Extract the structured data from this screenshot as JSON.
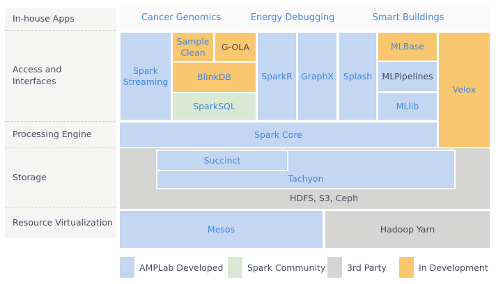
{
  "palette": {
    "amplab_blue": "#c3d6f2",
    "spark_community_green": "#d9e9d3",
    "third_party_gray": "#d5d5d4",
    "in_development_orange": "#f9c76f",
    "link_text_blue": "#4186e2",
    "dark_text": "#474a5c",
    "sidebar_bg": "#f5f5f4"
  },
  "sidebar": {
    "rows": [
      {
        "label": "In-house Apps"
      },
      {
        "label": "Access and Interfaces"
      },
      {
        "label": "Processing Engine"
      },
      {
        "label": "Storage"
      },
      {
        "label": "Resource Virtualization"
      }
    ]
  },
  "apps": {
    "items": [
      {
        "label": "Cancer Genomics"
      },
      {
        "label": "Energy Debugging"
      },
      {
        "label": "Smart Buildings"
      }
    ]
  },
  "blocks": {
    "spark_streaming": {
      "label": "Spark Streaming",
      "category": "AMPLab Developed"
    },
    "sample_clean": {
      "label": "Sample Clean",
      "category": "In Development"
    },
    "g_ola": {
      "label": "G-OLA",
      "category": "In Development"
    },
    "blinkdb": {
      "label": "BlinkDB",
      "category": "In Development"
    },
    "sparksql": {
      "label": "SparkSQL",
      "category": "Spark Community"
    },
    "sparkr": {
      "label": "SparkR",
      "category": "AMPLab Developed"
    },
    "graphx": {
      "label": "GraphX",
      "category": "AMPLab Developed"
    },
    "splash": {
      "label": "Splash",
      "category": "AMPLab Developed"
    },
    "mlbase": {
      "label": "MLBase",
      "category": "In Development"
    },
    "mlpipelines": {
      "label": "MLPipelines",
      "category": "AMPLab Developed"
    },
    "mllib": {
      "label": "MLlib",
      "category": "AMPLab Developed"
    },
    "velox": {
      "label": "Velox",
      "category": "In Development"
    },
    "spark_core": {
      "label": "Spark Core",
      "category": "AMPLab Developed"
    },
    "succinct": {
      "label": "Succinct",
      "category": "AMPLab Developed"
    },
    "tachyon": {
      "label": "Tachyon",
      "category": "AMPLab Developed"
    },
    "hdfs": {
      "label": "HDFS, S3, Ceph",
      "category": "3rd Party"
    },
    "mesos": {
      "label": "Mesos",
      "category": "AMPLab Developed"
    },
    "hadoop_yarn": {
      "label": "Hadoop Yarn",
      "category": "3rd Party"
    }
  },
  "legend": {
    "items": [
      {
        "label": "AMPLab Developed",
        "color": "#c3d6f2"
      },
      {
        "label": "Spark Community",
        "color": "#d9e9d3"
      },
      {
        "label": "3rd Party",
        "color": "#d5d5d4"
      },
      {
        "label": "In Development",
        "color": "#f9c76f"
      }
    ]
  }
}
